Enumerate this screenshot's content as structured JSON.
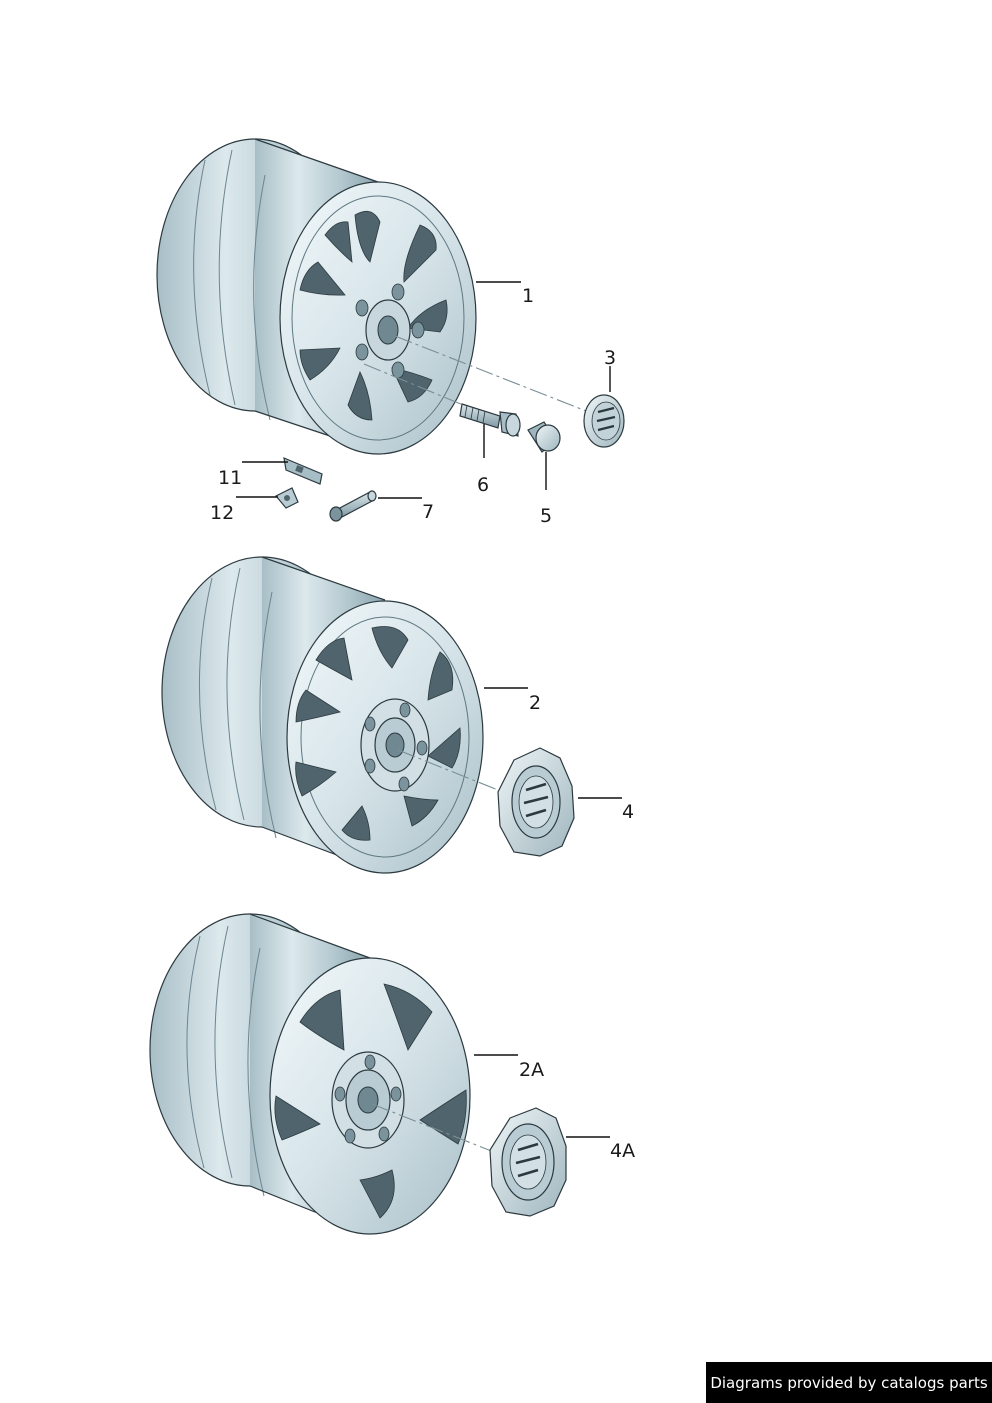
{
  "callouts": {
    "c1": "1",
    "c2": "2",
    "c2A": "2A",
    "c3": "3",
    "c4": "4",
    "c4A": "4A",
    "c5": "5",
    "c6": "6",
    "c7": "7",
    "c11": "11",
    "c12": "12"
  },
  "footer": {
    "credit": "Diagrams provided by catalogs parts"
  },
  "colors": {
    "metal_light": "#e3eef1",
    "metal_mid": "#b9ccd3",
    "metal_dark": "#8aa3ad",
    "cutout": "#4f646c",
    "outline": "#2c3a40"
  }
}
